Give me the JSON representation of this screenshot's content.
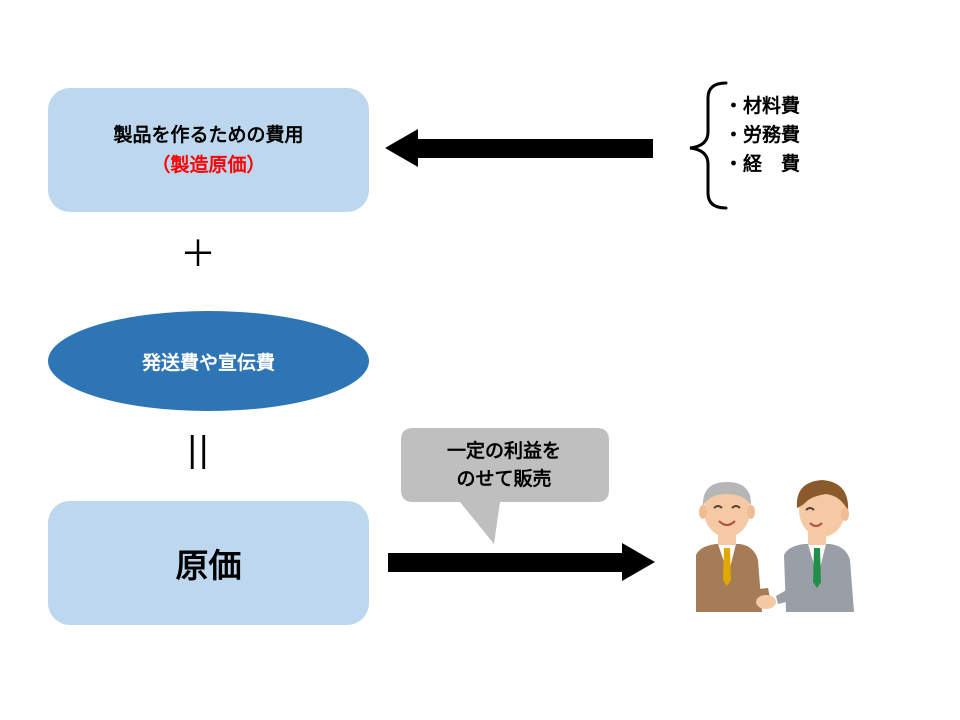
{
  "top_box": {
    "line1": "製品を作るための費用",
    "line2": "（製造原価）"
  },
  "plus_sign": "＋",
  "ellipse": {
    "label": "発送費や宣伝費"
  },
  "equals_sign": "||",
  "bottom_box": {
    "label": "原価"
  },
  "cost_items": [
    "・材料費",
    "・労務費",
    "・経　費"
  ],
  "speech_bubble": {
    "line1": "一定の利益を",
    "line2": "のせて販売"
  },
  "colors": {
    "box_fill": "#bdd7ee",
    "ellipse_fill": "#2e75b6",
    "highlight_red": "#ff0000",
    "bubble_fill": "#bfbfbf",
    "arrow": "#000000"
  },
  "icons": [
    "left-arrow-icon",
    "right-arrow-icon",
    "curly-brace-icon",
    "handshake-businessmen-icon"
  ]
}
